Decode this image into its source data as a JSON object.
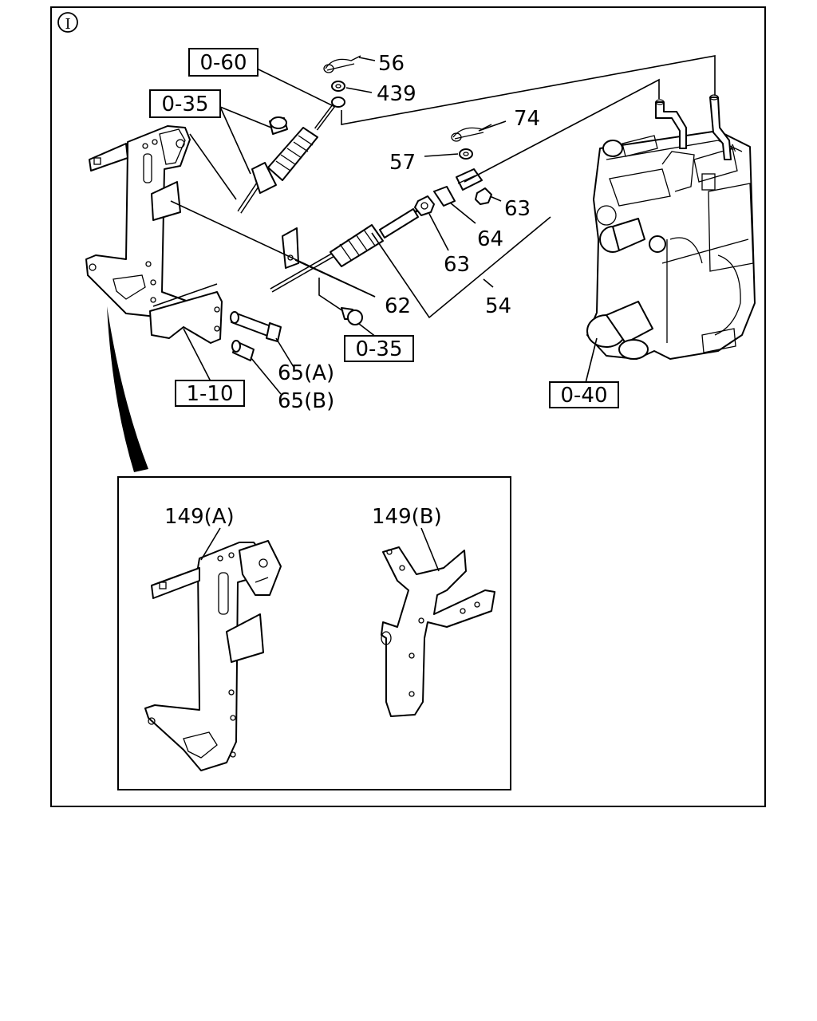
{
  "diagram": {
    "circle_marker": "I",
    "refs": {
      "ref_060": "0-60",
      "ref_035_top": "0-35",
      "ref_035_mid": "0-35",
      "ref_110": "1-10",
      "ref_040": "0-40"
    },
    "callouts": {
      "c56": "56",
      "c439": "439",
      "c74": "74",
      "c57": "57",
      "c63_right": "63",
      "c64": "64",
      "c63_mid": "63",
      "c62": "62",
      "c54": "54",
      "c65a": "65(A)",
      "c65b": "65(B)"
    },
    "inset": {
      "label_a": "149(A)",
      "label_b": "149(B)"
    }
  }
}
